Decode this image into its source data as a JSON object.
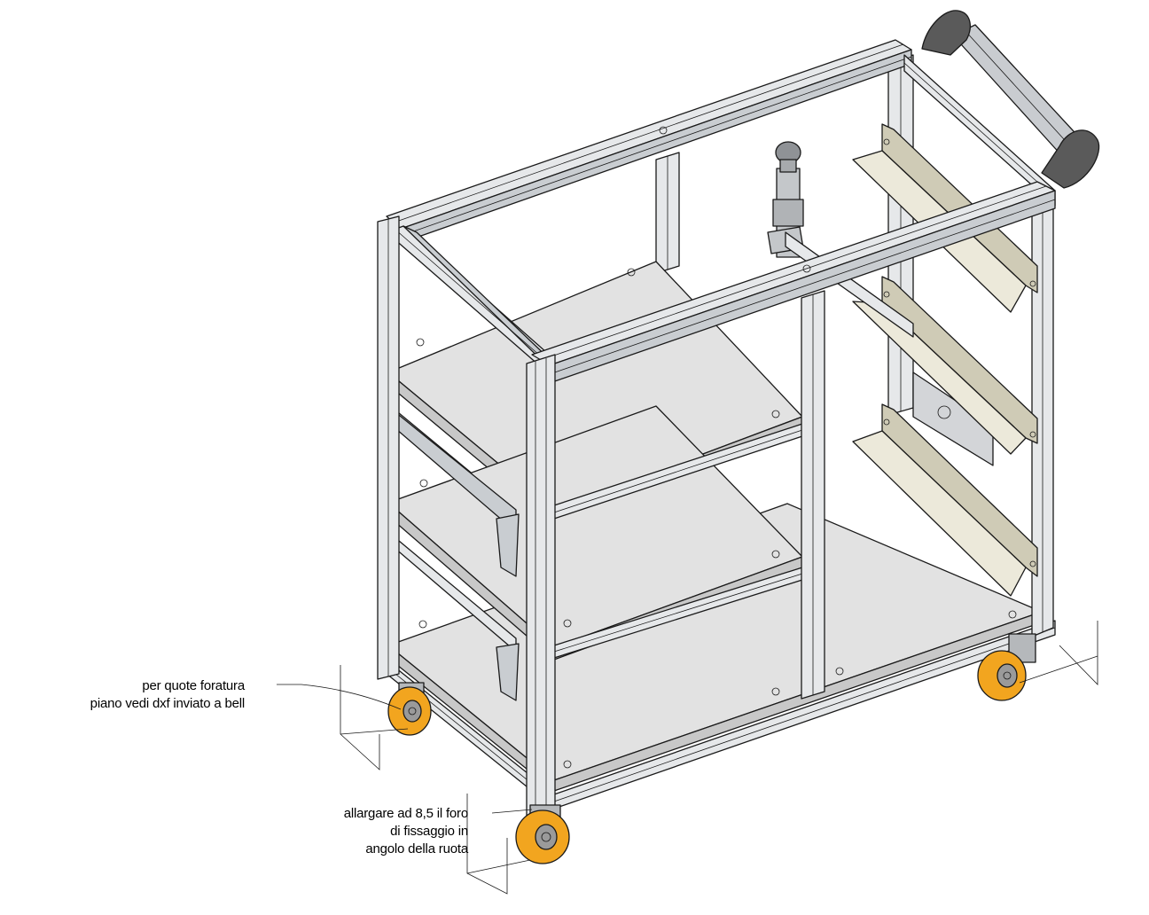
{
  "annotations": {
    "drilling_note": {
      "line1": "per quote foratura",
      "line2": "piano vedi dxf inviato a bell"
    },
    "wheel_hole_note": {
      "line1": "allargare ad 8,5 il foro",
      "line2": "di fissaggio in",
      "line3": "angolo della ruota"
    }
  },
  "colors": {
    "profile_fill": "#e6e8ea",
    "profile_dark": "#b9bdc1",
    "shelf_fill": "#e0e0e0",
    "bracket_fill": "#ebe8d9",
    "handle_grip": "#555555",
    "handle_bar": "#c9ccd0",
    "wheel_tire": "#f2a51f",
    "wheel_hub": "#9a9a9a",
    "stroke": "#1a1a1a"
  }
}
